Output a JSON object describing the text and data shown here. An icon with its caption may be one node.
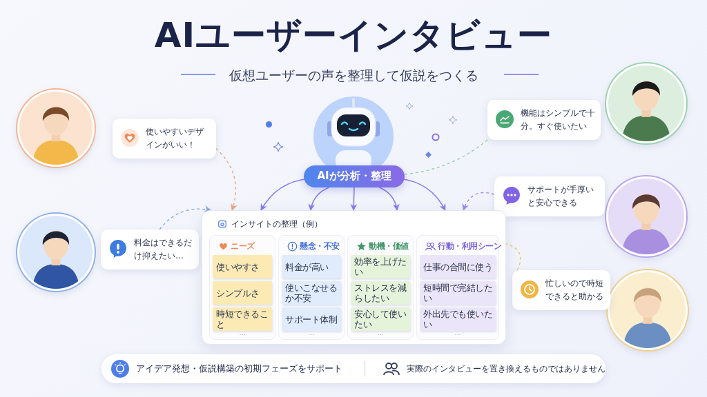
{
  "diagram": {
    "title": "AIユーザーインタビュー",
    "nodes": [
      {
        "text": [],
        "shape": "person"
      },
      {
        "text": [
          "使いやすいデザインがいい！"
        ]
      },
      {
        "text": [],
        "shape": "person"
      },
      {
        "text": [
          "料金はできるだけ抑えたい…"
        ]
      },
      {
        "text": [],
        "shape": "person"
      },
      {
        "text": [
          "機能はシンプルで十分。すぐ使いたい"
        ]
      },
      {
        "text": [],
        "shape": "person"
      },
      {
        "text": [
          "サポートが手厚いと安心できる"
        ]
      },
      {
        "text": [],
        "shape": "person"
      },
      {
        "text": [
          "忙しいので時短できると助かる"
        ]
      },
      {
        "text": [
          "AIが分析・整理"
        ]
      },
      {
        "text": [
          "インサイトの整理（例）"
        ]
      },
      {
        "text": [
          "ニーズ",
          "…"
        ],
        "in": 11
      },
      {
        "text": [
          "懸念・不安",
          "…"
        ],
        "in": 11
      },
      {
        "text": [
          "動機・価値",
          "…"
        ],
        "in": 11
      },
      {
        "text": [
          "行動・利用シーン",
          "…"
        ],
        "in": 11
      },
      {
        "text": [
          "使いやすさ"
        ],
        "in": 12
      },
      {
        "text": [
          "シンプルさ"
        ],
        "in": 12
      },
      {
        "text": [
          "時短できること"
        ],
        "in": 12
      },
      {
        "text": [
          "料金が高い"
        ],
        "in": 13
      },
      {
        "text": [
          "使いこなせるか不安"
        ],
        "in": 13
      },
      {
        "text": [
          "サポート体制"
        ],
        "in": 13
      },
      {
        "text": [
          "効率を上げたい"
        ],
        "in": 14
      },
      {
        "text": [
          "ストレスを減らしたい"
        ],
        "in": 14
      },
      {
        "text": [
          "安心して使いたい"
        ],
        "in": 14
      },
      {
        "text": [
          "仕事の合間に使う"
        ],
        "in": 15
      },
      {
        "text": [
          "短時間で完結したい"
        ],
        "in": 15
      },
      {
        "text": [
          "外出先でも使いたい"
        ],
        "in": 15
      },
      {
        "text": [
          "アイデア発想・仮説構築の初期フェーズをサポート",
          "実際のインタビューを置き換えるものではありません"
        ]
      }
    ],
    "edges": [
      {
        "from": 1,
        "to": 11,
        "arrow": "to",
        "style": "dashed",
        "color": "#eea57c"
      },
      {
        "from": 3,
        "to": 11,
        "arrow": "to",
        "style": "dashed",
        "color": "#86a8e8"
      },
      {
        "from": 5,
        "to": 10,
        "arrow": "none",
        "style": "dashed",
        "color": "#8fcfa8"
      },
      {
        "from": 7,
        "to": 11,
        "arrow": "to",
        "style": "dashed",
        "color": "#9d8cf0"
      },
      {
        "from": 9,
        "to": 11,
        "arrow": "none",
        "style": "dashed",
        "color": "#f0c466"
      },
      {
        "from": 10,
        "to": 11,
        "arrow": "to"
      },
      {
        "from": 10,
        "to": 11,
        "arrow": "to"
      },
      {
        "from": 10,
        "to": 11,
        "arrow": "to"
      },
      {
        "from": 10,
        "to": 11,
        "arrow": "to"
      },
      {
        "from": 10,
        "to": 11,
        "arrow": "to"
      }
    ],
    "labels": [
      "仮想ユーザーの声を整理して仮説をつくる"
    ]
  }
}
